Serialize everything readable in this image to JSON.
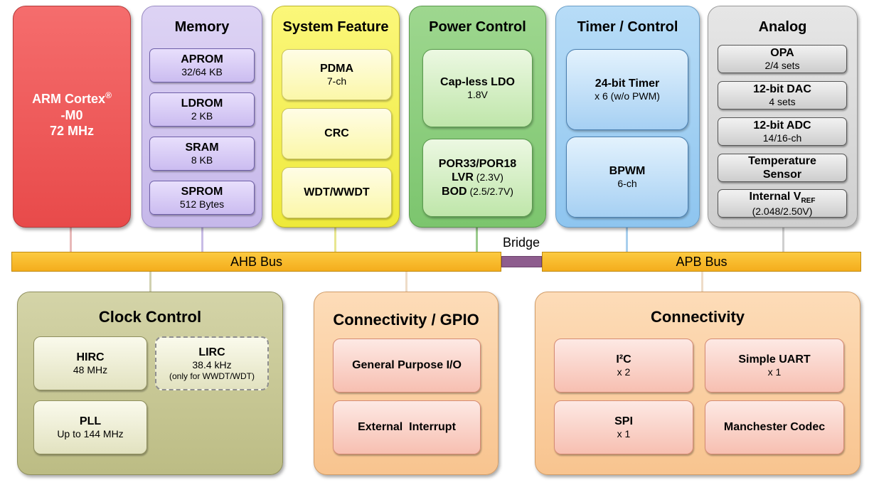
{
  "arm": {
    "line1": "ARM Cortex",
    "reg": "®",
    "line2": "-M0",
    "line3": "72 MHz"
  },
  "memory": {
    "title": "Memory",
    "items": [
      {
        "name": "APROM",
        "value": "32/64 KB"
      },
      {
        "name": "LDROM",
        "value": "2 KB"
      },
      {
        "name": "SRAM",
        "value": "8 KB"
      },
      {
        "name": "SPROM",
        "value": "512 Bytes"
      }
    ]
  },
  "system": {
    "title": "System Feature",
    "items": [
      {
        "name": "PDMA",
        "value": "7-ch"
      },
      {
        "name": "CRC",
        "value": ""
      },
      {
        "name": "WDT/WWDT",
        "value": ""
      }
    ]
  },
  "power": {
    "title": "Power Control",
    "ldo_name": "Cap-less LDO",
    "ldo_value": "1.8V",
    "por": "POR33/POR18",
    "lvr_name": "LVR",
    "lvr_value": " (2.3V)",
    "bod_name": "BOD",
    "bod_value": " (2.5/2.7V)"
  },
  "timer": {
    "title": "Timer / Control",
    "items": [
      {
        "name": "24-bit Timer",
        "value": "x 6 (w/o PWM)"
      },
      {
        "name": "BPWM",
        "value": "6-ch"
      }
    ]
  },
  "analog": {
    "title": "Analog",
    "items": [
      {
        "name": "OPA",
        "value": "2/4 sets"
      },
      {
        "name": "12-bit DAC",
        "value": "4 sets"
      },
      {
        "name": "12-bit ADC",
        "value": "14/16-ch"
      },
      {
        "name": "Temperature",
        "value": "Sensor"
      }
    ],
    "vref_name": "Internal V",
    "vref_sub": "REF",
    "vref_value": "(2.048/2.50V)"
  },
  "bus": {
    "ahb": "AHB Bus",
    "apb": "APB Bus",
    "bridge": "Bridge"
  },
  "clock": {
    "title": "Clock Control",
    "hirc_name": "HIRC",
    "hirc_value": "48 MHz",
    "lirc_name": "LIRC",
    "lirc_value": "38.4 kHz",
    "lirc_note": "(only for WWDT/WDT)",
    "pll_name": "PLL",
    "pll_value": "Up to 144 MHz"
  },
  "gpio": {
    "title": "Connectivity / GPIO",
    "items": [
      "General Purpose I/O",
      "External  Interrupt"
    ]
  },
  "connectivity": {
    "title": "Connectivity",
    "i2c_name": "I²C",
    "i2c_value": "x 2",
    "uart_name": "Simple UART",
    "uart_value": "x 1",
    "spi_name": "SPI",
    "spi_value": "x 1",
    "codec_name": "Manchester Codec"
  }
}
